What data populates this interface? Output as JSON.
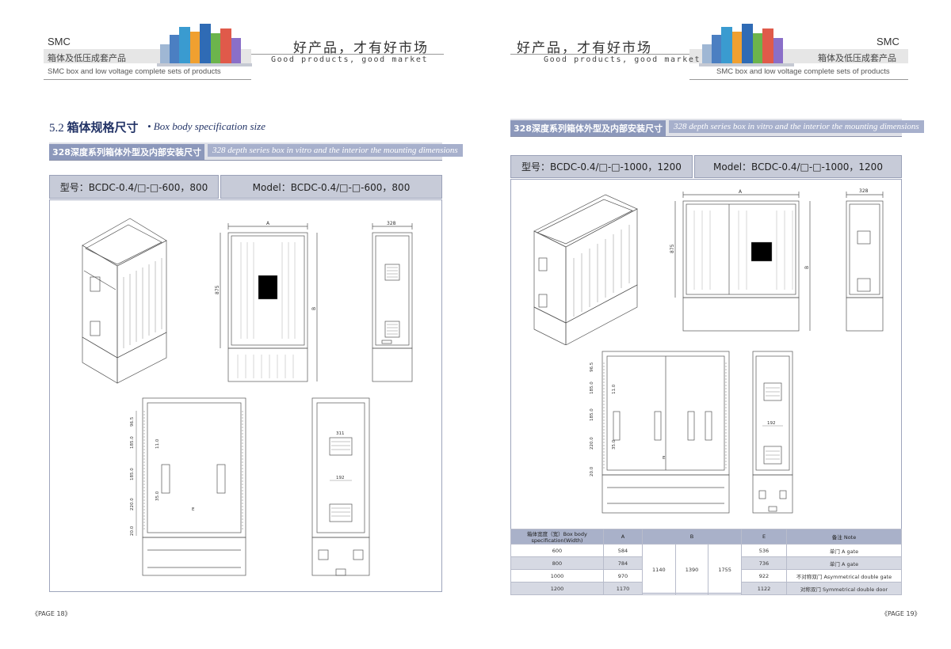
{
  "left": {
    "brand": "SMC",
    "brand_cn": "箱体及低压成套产品",
    "brand_en": "SMC box and low voltage complete sets of products",
    "slogan_cn": "好产品，才有好市场",
    "slogan_en": "Good products, good market",
    "section_num": "5.2",
    "section_cn": "箱体规格尺寸",
    "section_en": "• Box body specification size",
    "bar_cn": "328深度系列箱体外型及内部安装尺寸",
    "bar_en": "328 depth series box in vitro and the interior the mounting dimensions",
    "model_cn": "型号：BCDC-0.4/□-□-600，800",
    "model_en": "Model：BCDC-0.4/□-□-600，800",
    "page": "《PAGE 18》",
    "dims": {
      "a": "A",
      "d328": "328",
      "h875": "875",
      "b": "B",
      "v96": "96.5",
      "v185": "185.0",
      "v185b": "185.0",
      "v220": "220.0",
      "v20": "20.0",
      "v11": "11.0",
      "v35": "35.0",
      "w311": "311",
      "w192": "192",
      "e": "E"
    }
  },
  "right": {
    "brand": "SMC",
    "brand_cn": "箱体及低压成套产品",
    "brand_en": "SMC box and low voltage complete sets of products",
    "slogan_cn": "好产品，才有好市场",
    "slogan_en": "Good products, good market",
    "bar_cn": "328深度系列箱体外型及内部安装尺寸",
    "bar_en": "328 depth series box in vitro and the interior the mounting dimensions",
    "model_cn": "型号：BCDC-0.4/□-□-1000，1200",
    "model_en": "Model：BCDC-0.4/□-□-1000，1200",
    "page": "《PAGE 19》",
    "dims": {
      "a": "A",
      "d328": "328",
      "h875": "875",
      "b": "B",
      "v96": "96.5",
      "v185": "185.0",
      "v185b": "185.0",
      "v220": "220.0",
      "v20": "20.0",
      "v11": "11.0",
      "v35": "35.0",
      "w192": "192",
      "e": "E"
    },
    "table": {
      "headers": [
        "箱体宽度（宽）Box body specification(Width)",
        "A",
        "B",
        "E",
        "备注 Note"
      ],
      "b_values": [
        "1140",
        "1390",
        "1755"
      ],
      "rows": [
        {
          "w": "600",
          "a": "584",
          "e": "536",
          "note": "单门 A gate"
        },
        {
          "w": "800",
          "a": "784",
          "e": "736",
          "note": "单门 A gate"
        },
        {
          "w": "1000",
          "a": "970",
          "e": "922",
          "note": "不对称双门 Asymmetrical double gate"
        },
        {
          "w": "1200",
          "a": "1170",
          "e": "1122",
          "note": "对称双门 Symmetrical double door"
        }
      ]
    }
  },
  "colors": {
    "accent": "#8c98bb",
    "navy": "#223366",
    "band": "#dfe1e8"
  }
}
